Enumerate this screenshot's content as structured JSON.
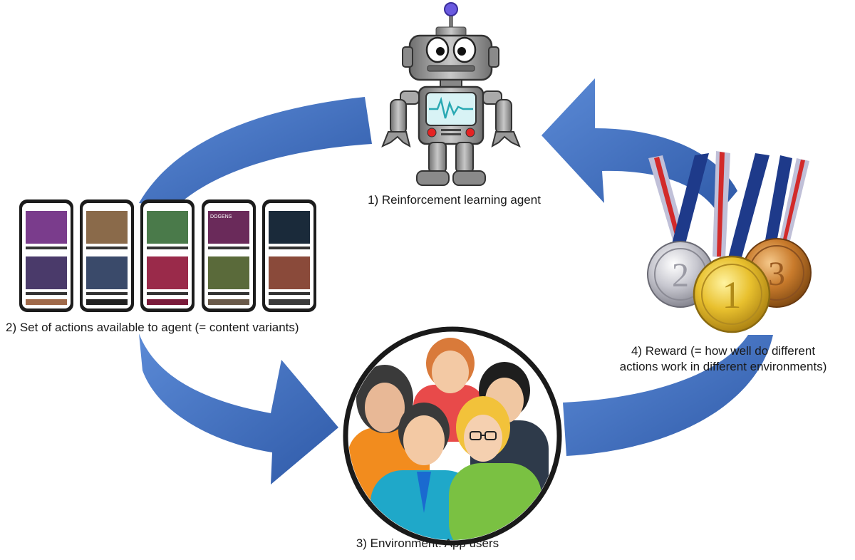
{
  "labels": {
    "agent": "1) Reinforcement learning agent",
    "actions": "2) Set of actions available to agent (= content variants)",
    "environment": "3) Environment:  App users",
    "reward_line1": "4) Reward (= how well do different",
    "reward_line2": "actions work in different environments)"
  },
  "medals": [
    "2",
    "1",
    "3"
  ],
  "phones": [
    {
      "title": "DOGENS"
    }
  ],
  "colors": {
    "arrow": "#4472c4",
    "robot_body": "#9a9a9a",
    "gold": "#e7b82a",
    "silver": "#c0c0c8",
    "bronze": "#c8782a"
  },
  "icons": [
    "robot-icon",
    "phone-screens-icon",
    "people-group-icon",
    "medals-icon"
  ]
}
